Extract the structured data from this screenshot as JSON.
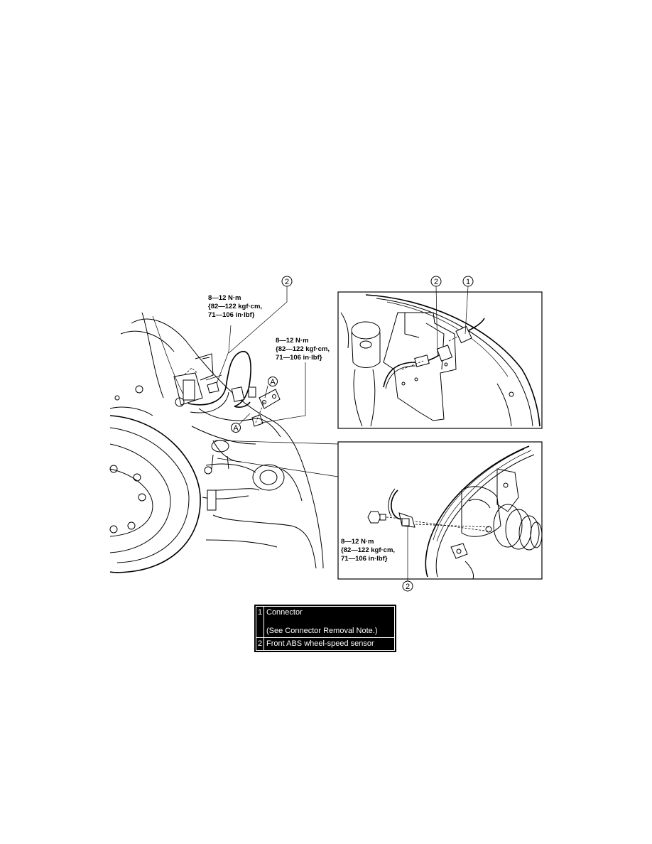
{
  "callouts": {
    "sensor": "2",
    "connector": "1",
    "point_a": "A"
  },
  "torque": {
    "line1": "8—12 N·m",
    "line2": "{82—122 kgf·cm,",
    "line3": "71—106 in·lbf}"
  },
  "legend": {
    "rows": [
      {
        "num": "1",
        "name": "Connector",
        "note": "(See Connector Removal Note.)"
      },
      {
        "num": "2",
        "name": "Front ABS wheel-speed sensor"
      }
    ]
  }
}
